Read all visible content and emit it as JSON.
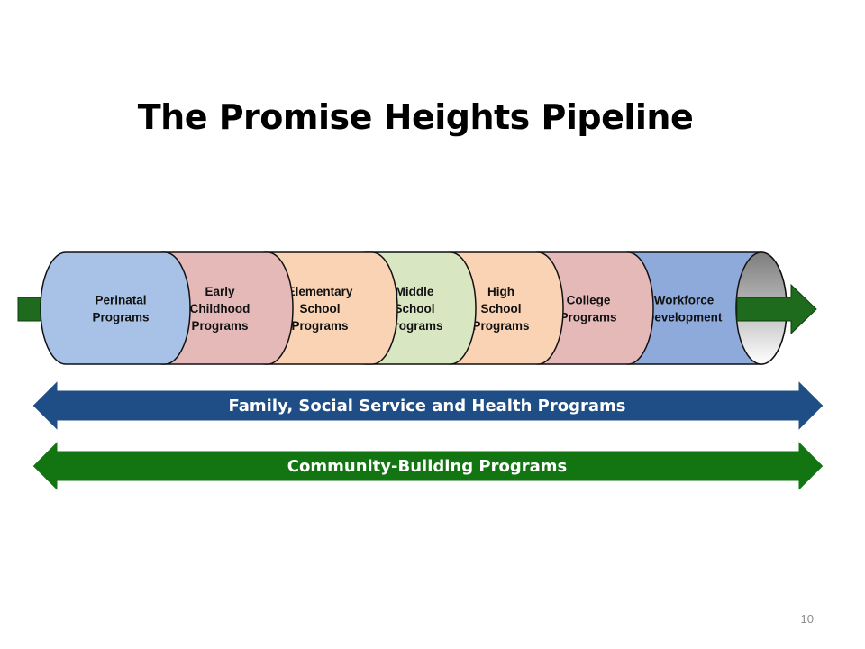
{
  "title": "The Promise Heights Pipeline",
  "pipeline": {
    "segments": [
      {
        "lines": [
          "Perinatal",
          "Programs"
        ],
        "color": "#a8c1e6"
      },
      {
        "lines": [
          "Early",
          "Childhood",
          "Programs"
        ],
        "color": "#e5b9b8"
      },
      {
        "lines": [
          "Elementary",
          "School",
          "Programs"
        ],
        "color": "#fad3b4"
      },
      {
        "lines": [
          "Middle",
          "School",
          "Programs"
        ],
        "color": "#d9e6c2"
      },
      {
        "lines": [
          "High",
          "School",
          "Programs"
        ],
        "color": "#fad3b4"
      },
      {
        "lines": [
          "College",
          "Programs"
        ],
        "color": "#e5b9b8"
      },
      {
        "lines": [
          "Workforce",
          "Development"
        ],
        "color": "#8eaadb"
      }
    ],
    "flow_arrow_color": "#1e6b1e"
  },
  "bands": [
    {
      "label": "Family, Social Service and Health Programs",
      "color": "#1f4e87"
    },
    {
      "label": "Community-Building Programs",
      "color": "#127512"
    }
  ],
  "slide_number": "10"
}
